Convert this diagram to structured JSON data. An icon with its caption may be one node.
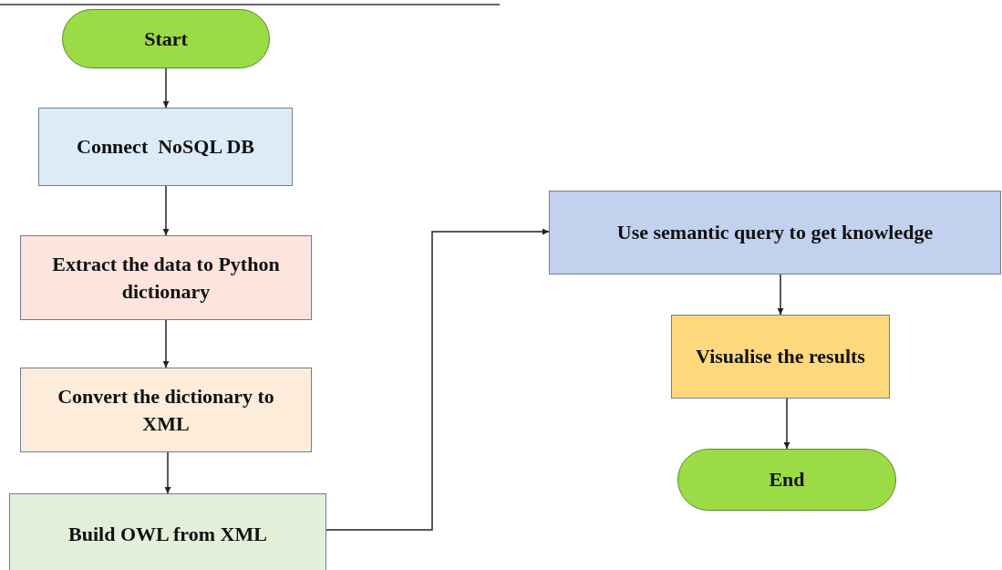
{
  "diagram": {
    "nodes": [
      {
        "text": [
          "Start"
        ]
      },
      {
        "text": [
          "Connect  NoSQL DB"
        ]
      },
      {
        "text": [
          "Extract the data to Python dictionary"
        ]
      },
      {
        "text": [
          "Convert the dictionary to XML"
        ]
      },
      {
        "text": [
          "Build OWL from XML"
        ]
      },
      {
        "text": [
          "Use semantic query to get knowledge"
        ]
      },
      {
        "text": [
          "Visualise the results"
        ]
      },
      {
        "text": [
          "End"
        ]
      }
    ],
    "edges": [
      {
        "from": 0,
        "to": 1,
        "arrow": "to"
      },
      {
        "from": 1,
        "to": 2,
        "arrow": "to"
      },
      {
        "from": 2,
        "to": 3,
        "arrow": "to"
      },
      {
        "from": 3,
        "to": 4,
        "arrow": "to"
      },
      {
        "from": 4,
        "to": 5,
        "arrow": "to"
      },
      {
        "from": 5,
        "to": 6,
        "arrow": "to"
      },
      {
        "from": 6,
        "to": 7,
        "arrow": "to"
      }
    ]
  }
}
